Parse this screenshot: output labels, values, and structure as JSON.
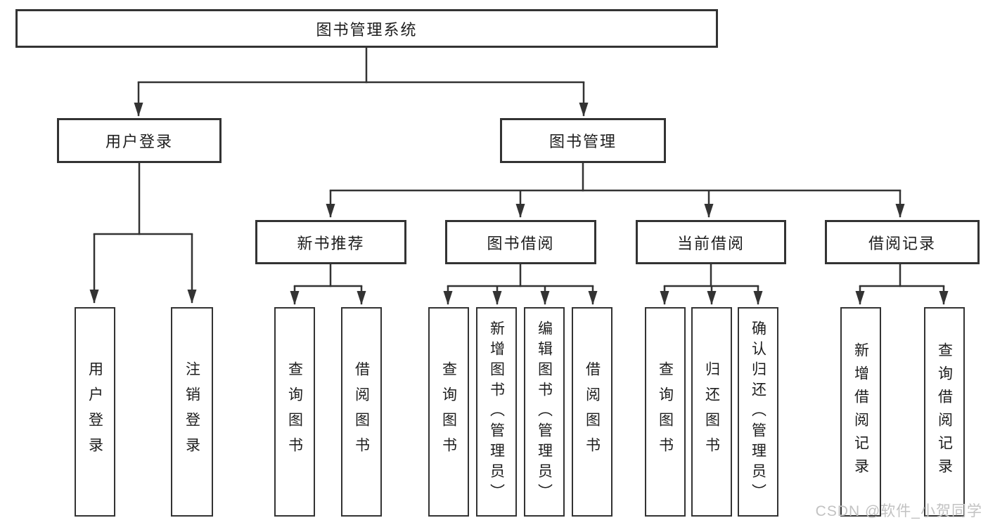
{
  "tree": {
    "root": "图书管理系统",
    "level2": [
      {
        "label": "用户登录",
        "leaves": [
          "用户登录",
          "注销登录"
        ]
      },
      {
        "label": "图书管理"
      }
    ],
    "level3": [
      {
        "label": "新书推荐",
        "leaves": [
          "查询图书",
          "借阅图书"
        ]
      },
      {
        "label": "图书借阅",
        "leaves": [
          "查询图书",
          "新增图书（管理员）",
          "编辑图书（管理员）",
          "借阅图书"
        ]
      },
      {
        "label": "当前借阅",
        "leaves": [
          "查询图书",
          "归还图书",
          "确认归还（管理员）"
        ]
      },
      {
        "label": "借阅记录",
        "leaves": [
          "新增借阅记录",
          "查询借阅记录"
        ]
      }
    ]
  },
  "watermark": "CSDN @软件_小贺同学",
  "colors": {
    "line": "#333333",
    "box_border": "#333333",
    "text": "#1d1d1d",
    "background": "#ffffff",
    "watermark": "#c2c2c2"
  }
}
